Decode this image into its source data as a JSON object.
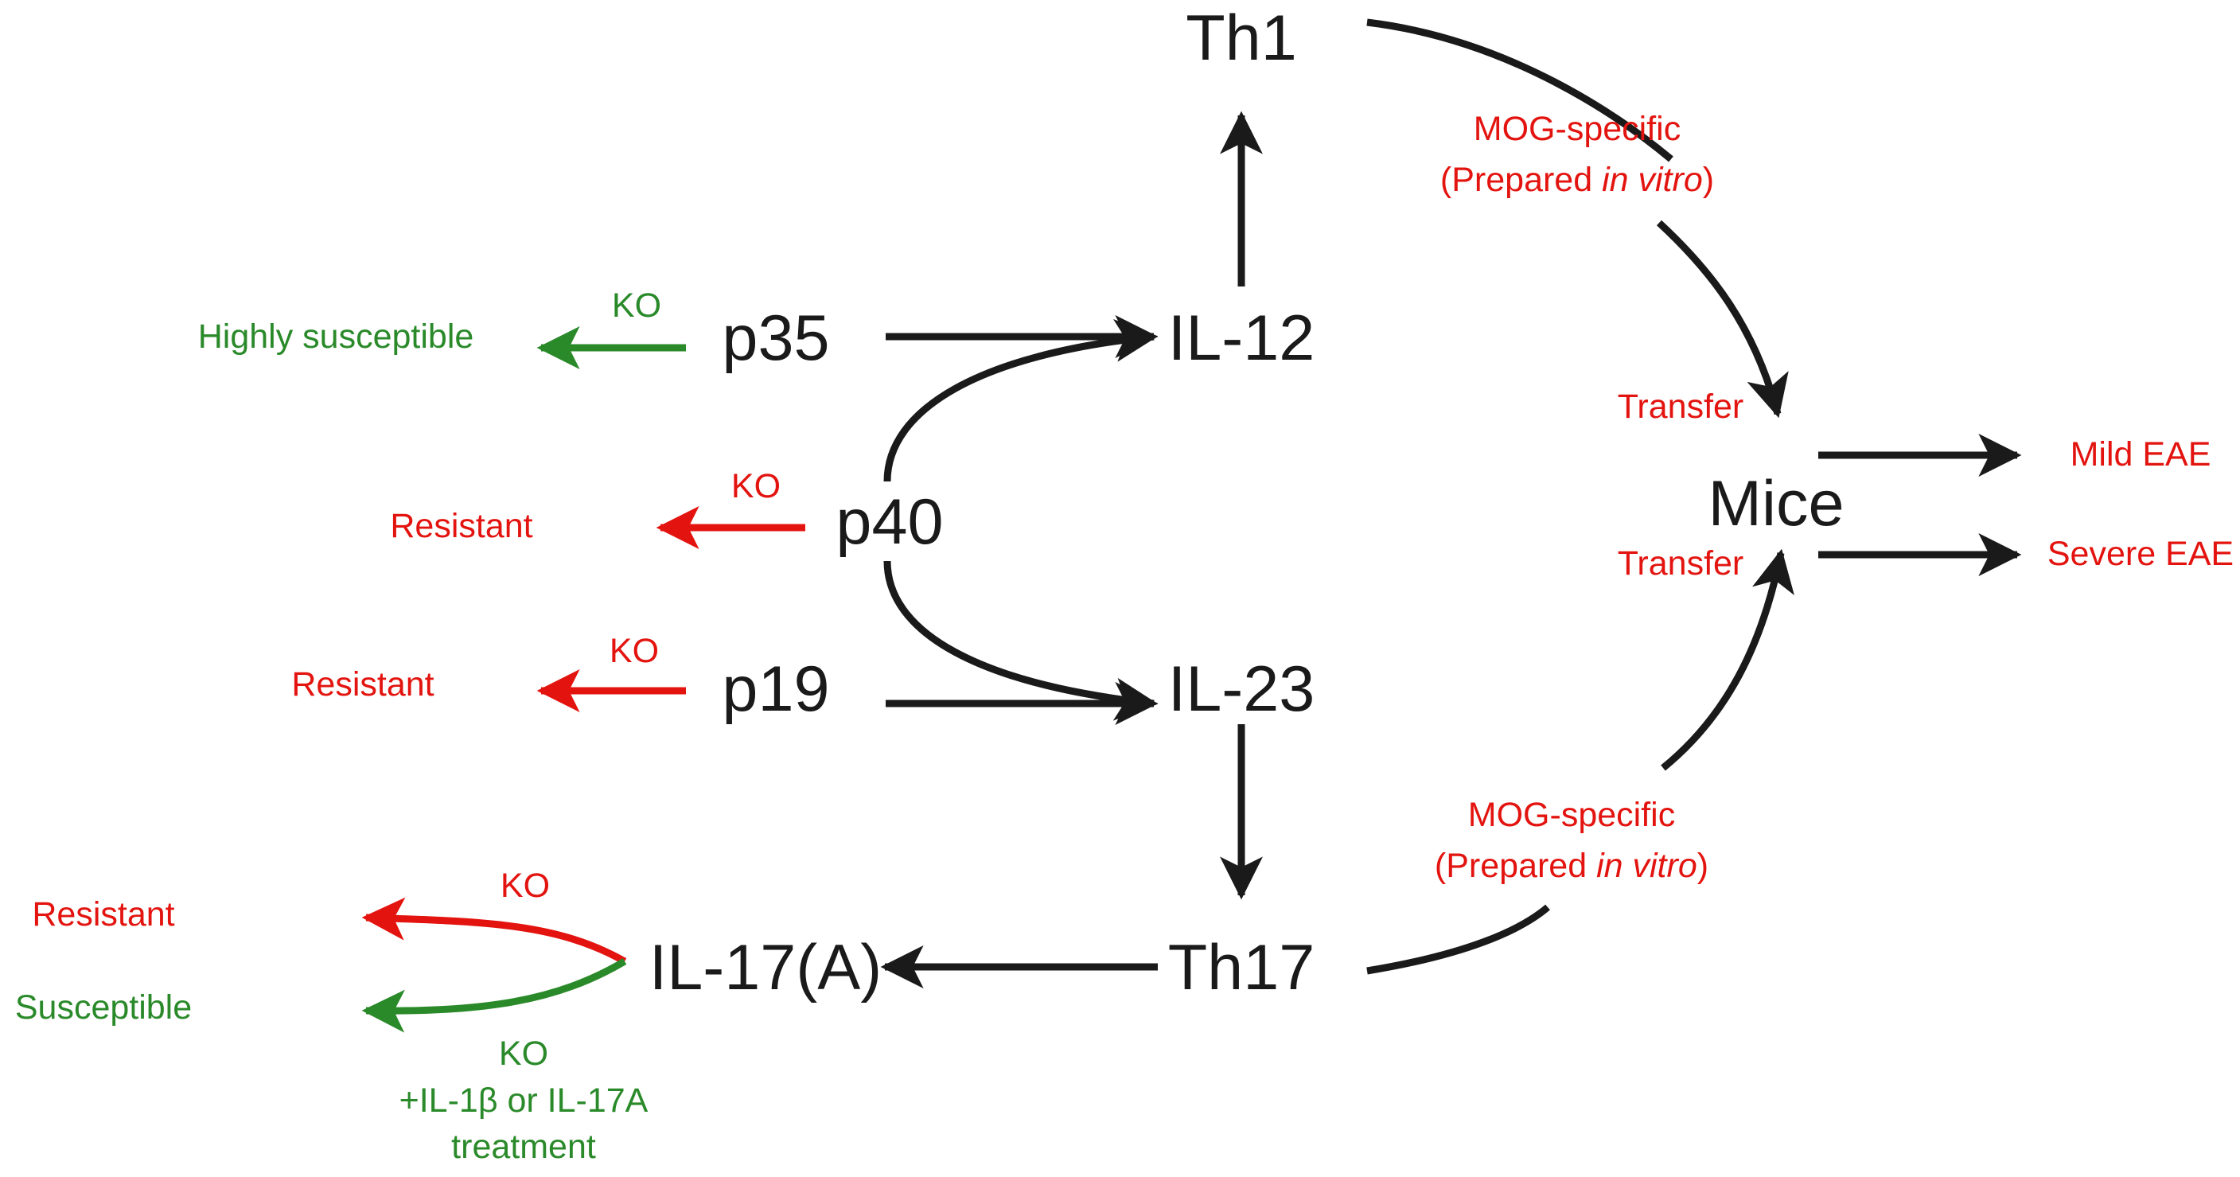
{
  "nodes": {
    "th1": "Th1",
    "il12": "IL-12",
    "p35": "p35",
    "p40": "p40",
    "p19": "p19",
    "il23": "IL-23",
    "th17": "Th17",
    "il17a": "IL-17(A)",
    "mice": "Mice"
  },
  "labels": {
    "ko_p35": "KO",
    "highly_susceptible": "Highly susceptible",
    "ko_p40": "KO",
    "resistant_p40": "Resistant",
    "ko_p19": "KO",
    "resistant_p19": "Resistant",
    "ko_il17_top": "KO",
    "resistant_il17": "Resistant",
    "susceptible_il17": "Susceptible",
    "ko_il17_bottom": "KO",
    "treatment_line1": "+IL-1β or IL-17A",
    "treatment_line2": "treatment",
    "mog_top_line1": "MOG-specific",
    "mog_top_line2_pre": "(Prepared ",
    "mog_top_line2_it": "in vitro",
    "mog_top_line2_post": ")",
    "mog_bottom_line1": "MOG-specific",
    "mog_bottom_line2_pre": "(Prepared ",
    "mog_bottom_line2_it": "in vitro",
    "mog_bottom_line2_post": ")",
    "transfer_top": "Transfer",
    "transfer_bottom": "Transfer",
    "mild_eae": "Mild EAE",
    "severe_eae": "Severe EAE"
  },
  "colors": {
    "arrow": "#1a1a1a",
    "knockout_resistant": "#e3140f",
    "knockout_susceptible": "#2a8a2a"
  }
}
